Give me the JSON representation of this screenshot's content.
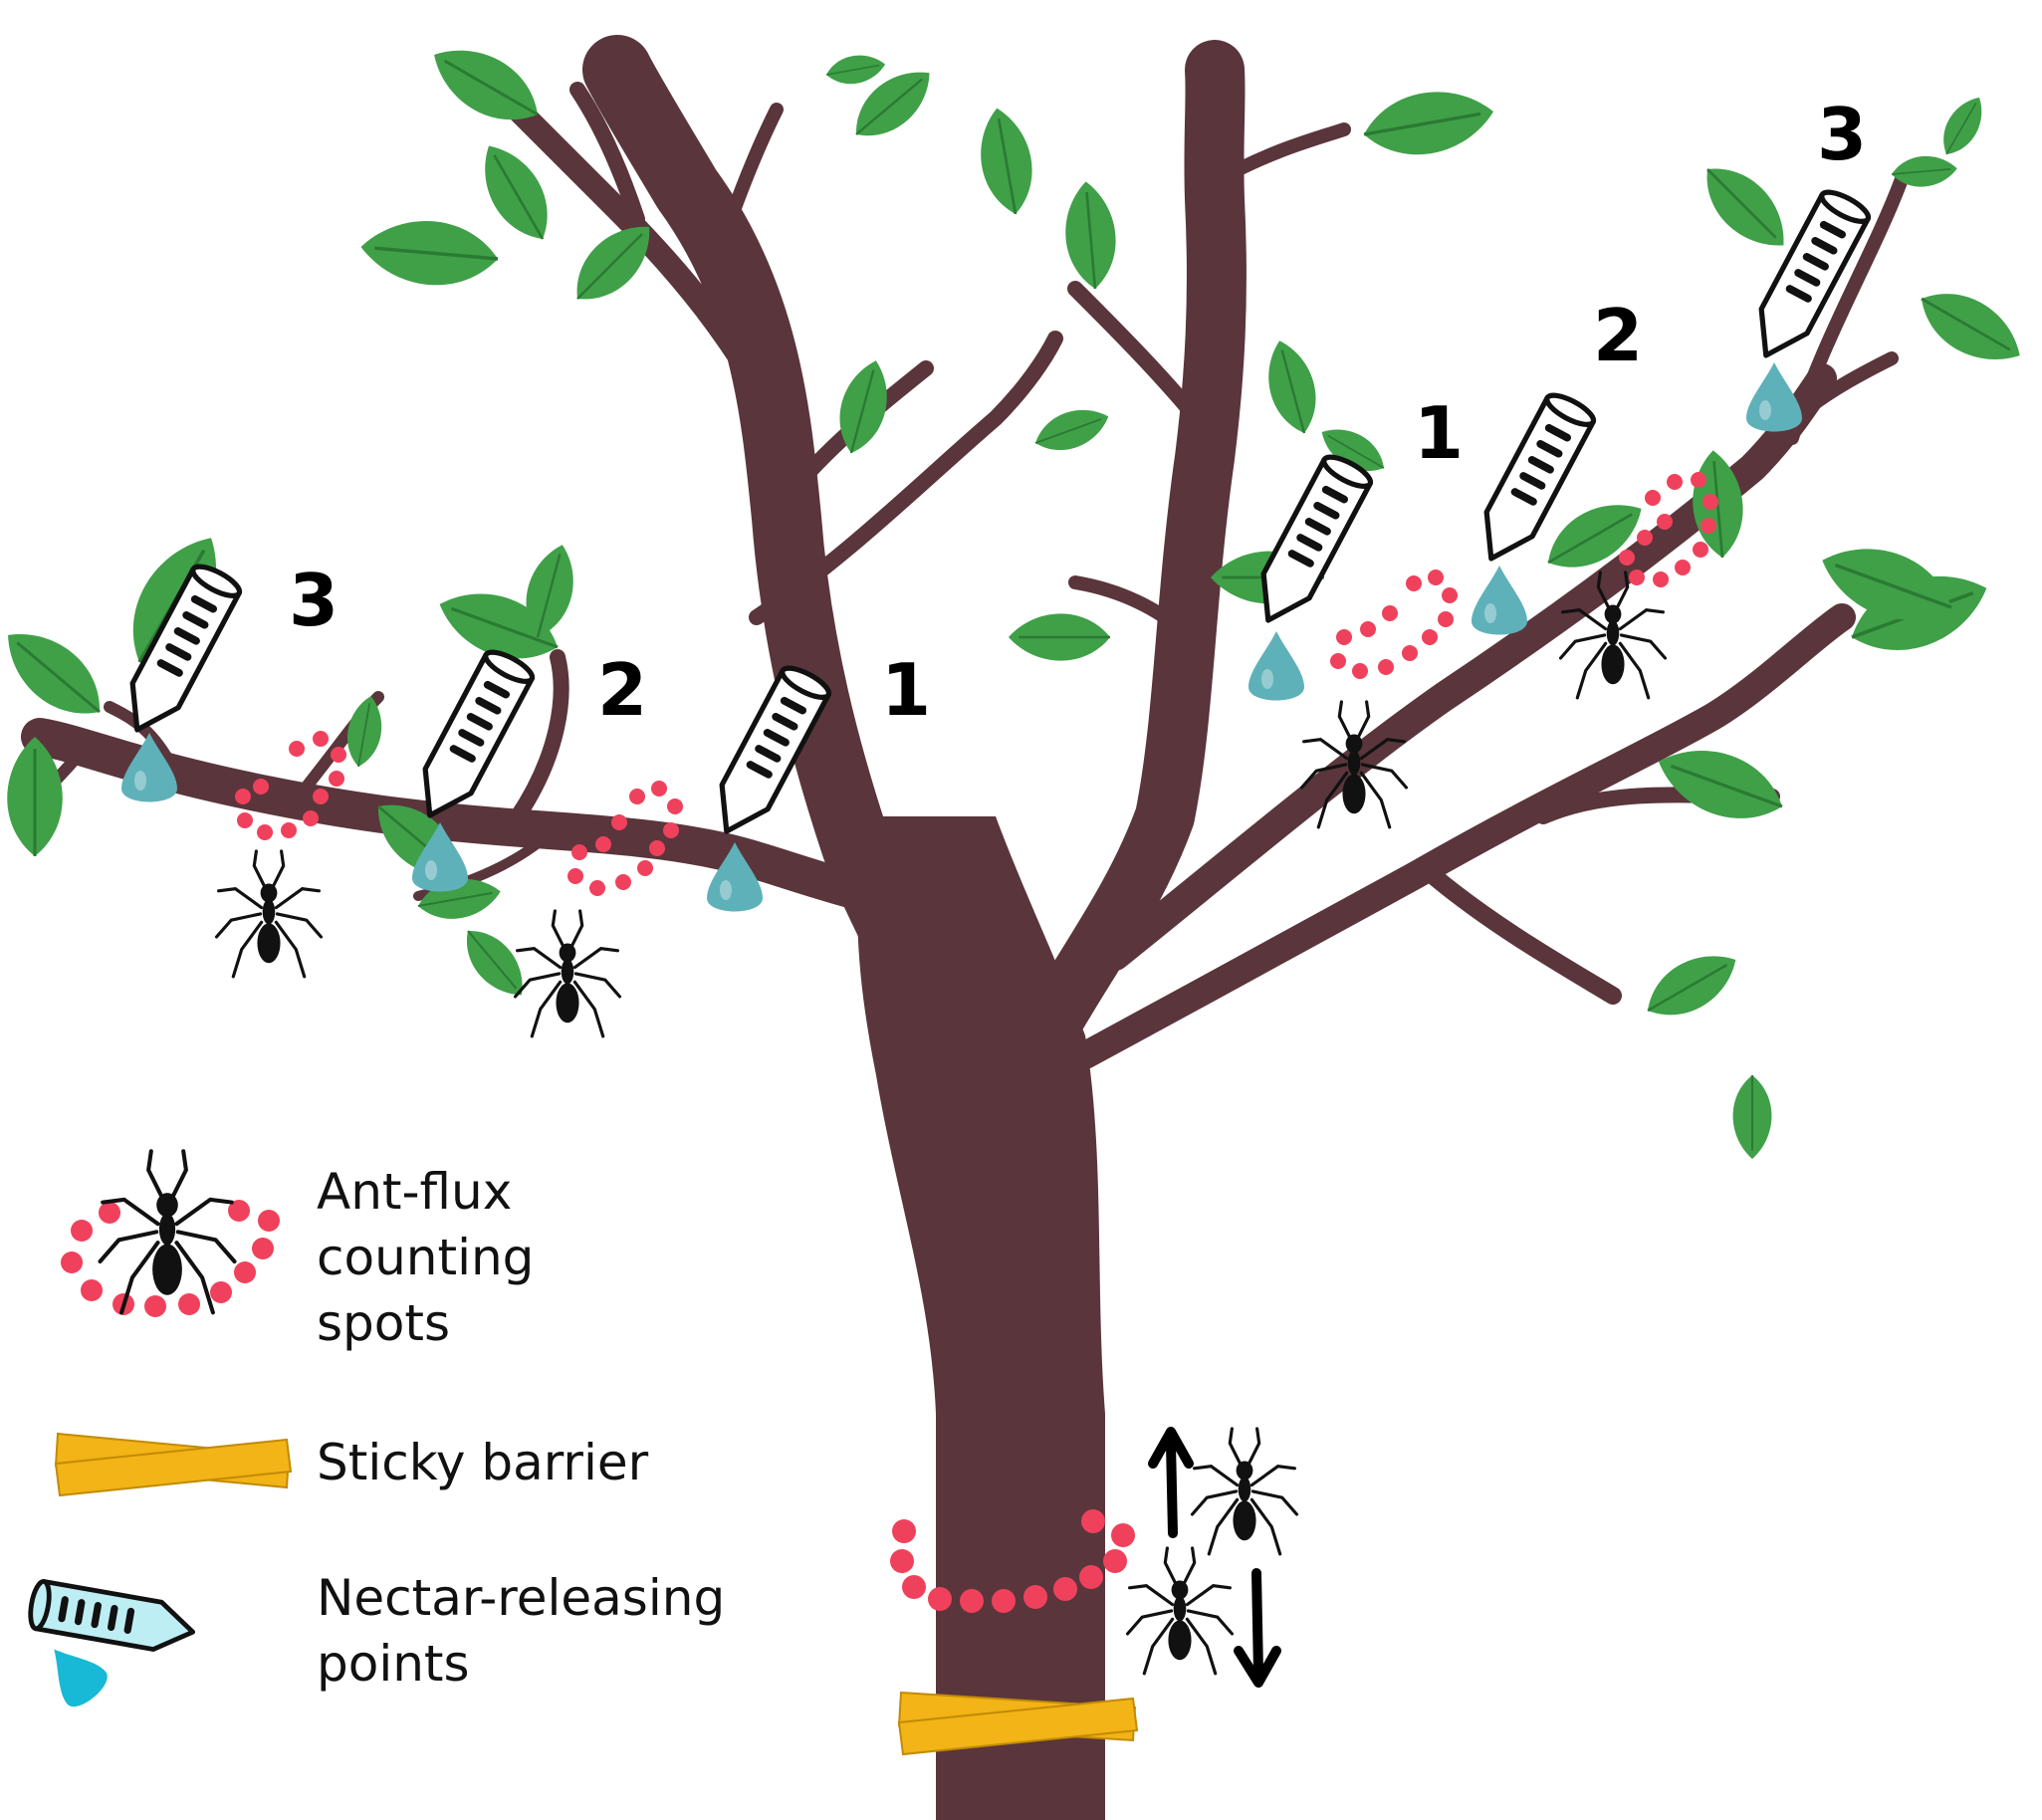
{
  "colors": {
    "bark": "#5a353c",
    "bark_dark": "#3e2228",
    "leaf": "#3fa048",
    "leaf_dark": "#2b7a33",
    "counting_spot": "#f0415c",
    "barrier": "#f2b416",
    "nectar_drop": "#5fb1b9",
    "legend_drop": "#18b9d6",
    "legend_tube_fill": "#bdeef4",
    "ant": "#111111"
  },
  "icons": {
    "ant": "ant-icon",
    "tube": "test-tube-icon",
    "drop": "nectar-drop-icon",
    "spots": "counting-spot-icon",
    "barrier": "sticky-barrier-icon",
    "arrow_up": "arrow-up-icon",
    "arrow_down": "arrow-down-icon"
  },
  "release_points": {
    "left": [
      "3",
      "2",
      "1"
    ],
    "right": [
      "1",
      "2",
      "3"
    ]
  },
  "legend": {
    "counting": [
      "Ant-flux",
      "counting",
      "spots"
    ],
    "barrier": [
      "Sticky barrier"
    ],
    "nectar": [
      "Nectar-releasing",
      "points"
    ]
  }
}
